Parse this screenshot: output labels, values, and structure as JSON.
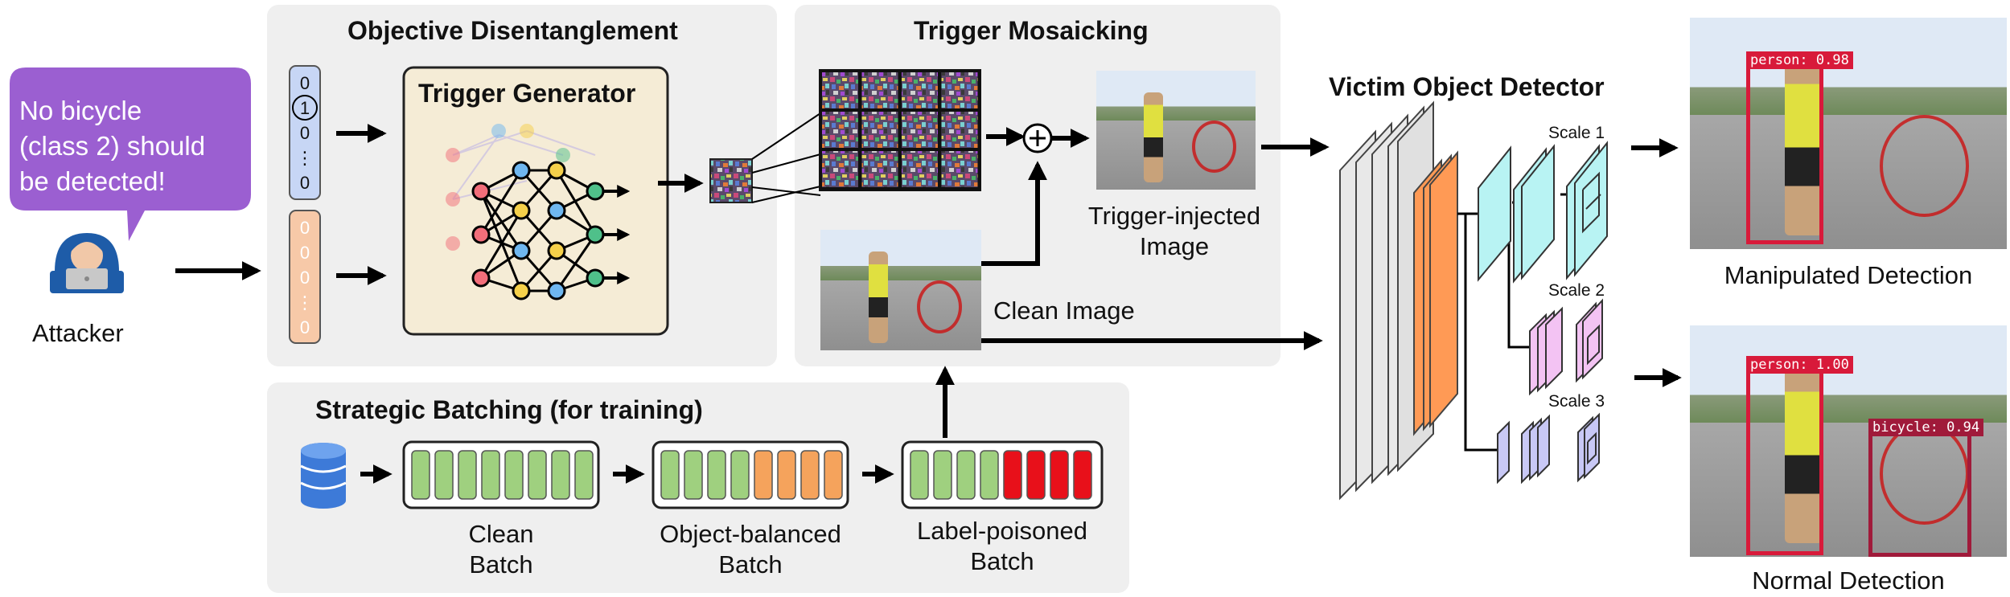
{
  "attacker": {
    "speech": [
      "No bicycle",
      "(class 2) should",
      "be detected!"
    ],
    "label": "Attacker",
    "icon": "hacker-icon"
  },
  "objective": {
    "title": "Objective Disentanglement",
    "generator_title": "Trigger Generator",
    "vector_top": [
      "0",
      "1",
      "0",
      "⋮",
      "0"
    ],
    "vector_bottom": [
      "0",
      "0",
      "0",
      "⋮",
      "0"
    ]
  },
  "mosaic": {
    "title": "Trigger Mosaicking",
    "injected_label": [
      "Trigger-injected",
      "Image"
    ],
    "clean_label": "Clean Image",
    "plus": "+"
  },
  "batching": {
    "title": "Strategic Batching (for training)",
    "batches": [
      {
        "label": [
          "Clean",
          "Batch"
        ],
        "cells": [
          "green",
          "green",
          "green",
          "green",
          "green",
          "green",
          "green",
          "green"
        ]
      },
      {
        "label": [
          "Object-balanced",
          "Batch"
        ],
        "cells": [
          "green",
          "green",
          "green",
          "green",
          "orange",
          "orange",
          "orange",
          "orange"
        ]
      },
      {
        "label": [
          "Label-poisoned",
          "Batch"
        ],
        "cells": [
          "green",
          "green",
          "green",
          "green",
          "red",
          "red",
          "red",
          "red"
        ]
      }
    ],
    "icon": "database-icon"
  },
  "detector": {
    "title": "Victim Object Detector",
    "scales": [
      "Scale 1",
      "Scale 2",
      "Scale 3"
    ]
  },
  "outputs": {
    "manipulated": {
      "label": "Manipulated Detection",
      "boxes": [
        "person: 0.98"
      ]
    },
    "normal": {
      "label": "Normal Detection",
      "boxes": [
        "person: 1.00",
        "bicycle: 0.94"
      ]
    }
  },
  "colors": {
    "speech_bg": "#9b5fd1",
    "green": "#9fd07f",
    "orange": "#f5a35c",
    "red": "#e8101a",
    "blue_vec": "#c7d6f5",
    "orange_vec": "#f7c9a8",
    "cyan": "#b8f3f3",
    "pink": "#f3c3f3",
    "lavender": "#c8c8f5",
    "backbone_orange": "#ff9a55"
  }
}
